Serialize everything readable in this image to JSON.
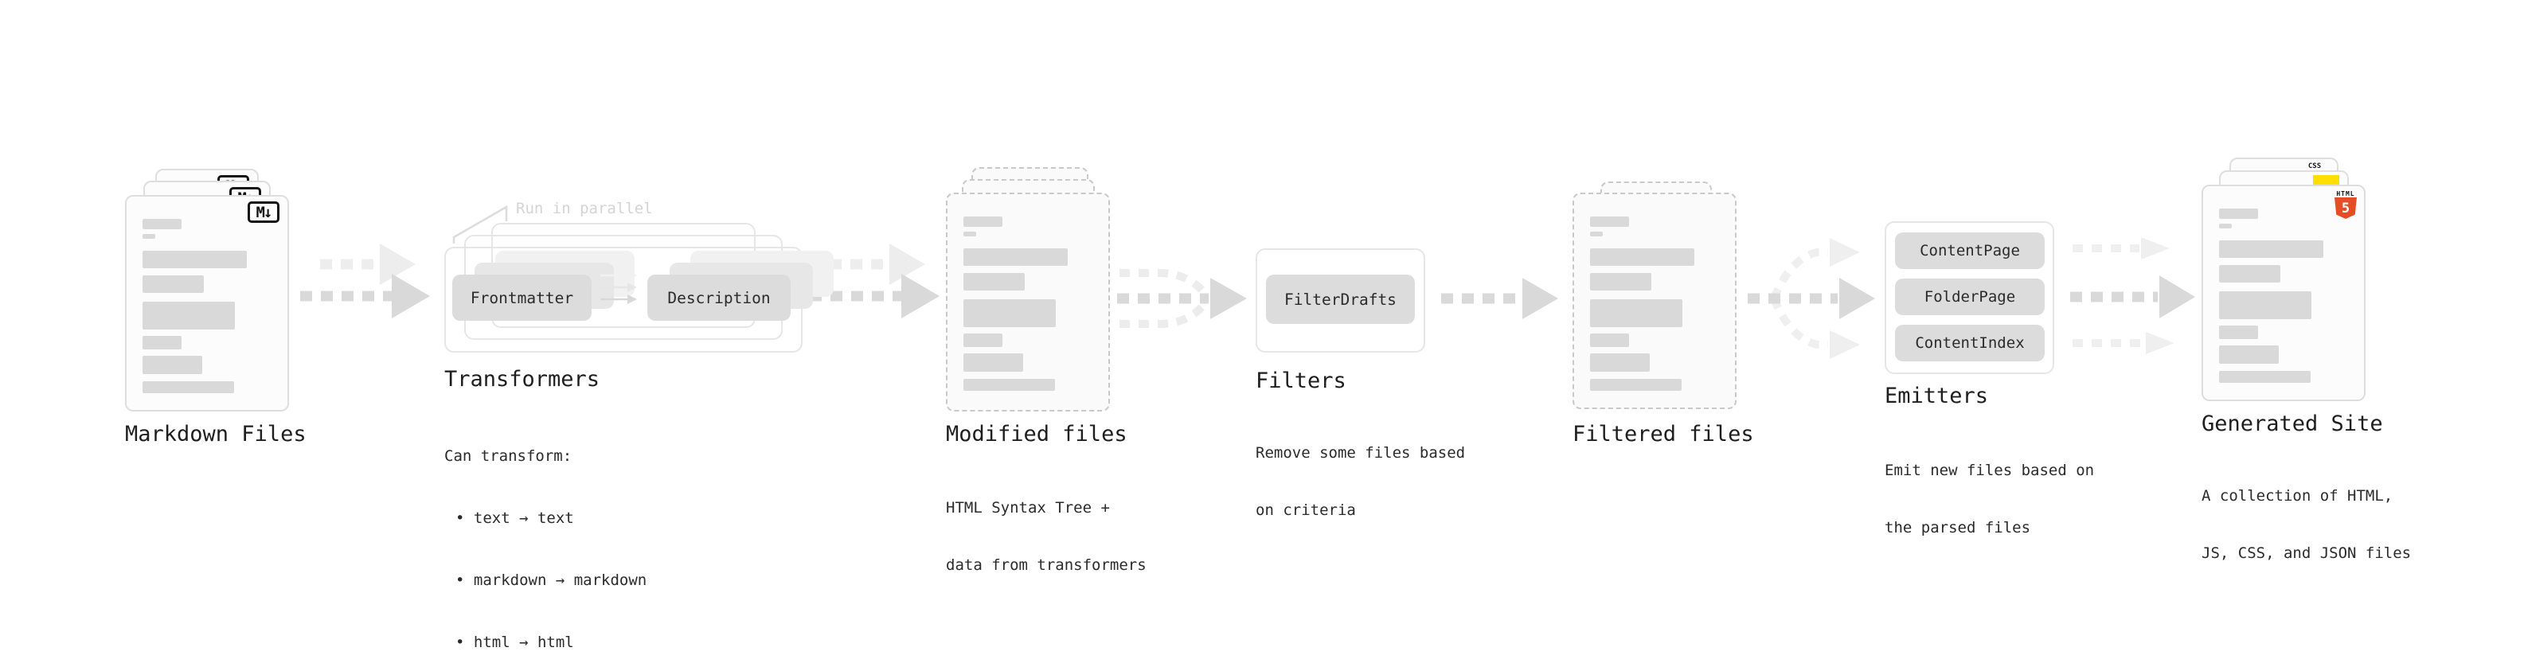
{
  "stages": {
    "markdown_files": {
      "label": "Markdown Files",
      "badge": "M↓"
    },
    "transformers": {
      "label": "Transformers",
      "note": "Run in parallel",
      "box1": "Frontmatter",
      "box2": "Description",
      "caption_title": "Can transform:",
      "bullet1": "• text → text",
      "bullet2": "• markdown → markdown",
      "bullet3": "• html → html"
    },
    "modified_files": {
      "label": "Modified files",
      "caption1": "HTML Syntax Tree +",
      "caption2": "data from transformers"
    },
    "filters": {
      "label": "Filters",
      "box1": "FilterDrafts",
      "caption1": "Remove some files based",
      "caption2": "on criteria"
    },
    "filtered_files": {
      "label": "Filtered files"
    },
    "emitters": {
      "label": "Emitters",
      "box1": "ContentPage",
      "box2": "FolderPage",
      "box3": "ContentIndex",
      "caption1": "Emit new files based on",
      "caption2": "the parsed files"
    },
    "generated_site": {
      "label": "Generated Site",
      "caption1": "A collection of HTML,",
      "caption2": "JS, CSS, and JSON files",
      "css_badge": "CSS",
      "html_badge_caption": "HTML",
      "html_badge_number": "5"
    }
  },
  "colors": {
    "arrow_dark": "#d9d9d9",
    "arrow_light": "#ededed",
    "bar_gray": "#d9d9d9",
    "pill_gray": "#dcdcdc",
    "html5_orange": "#e44d26",
    "js_yellow": "#ffdf00",
    "css_blue": "#2965f1"
  }
}
